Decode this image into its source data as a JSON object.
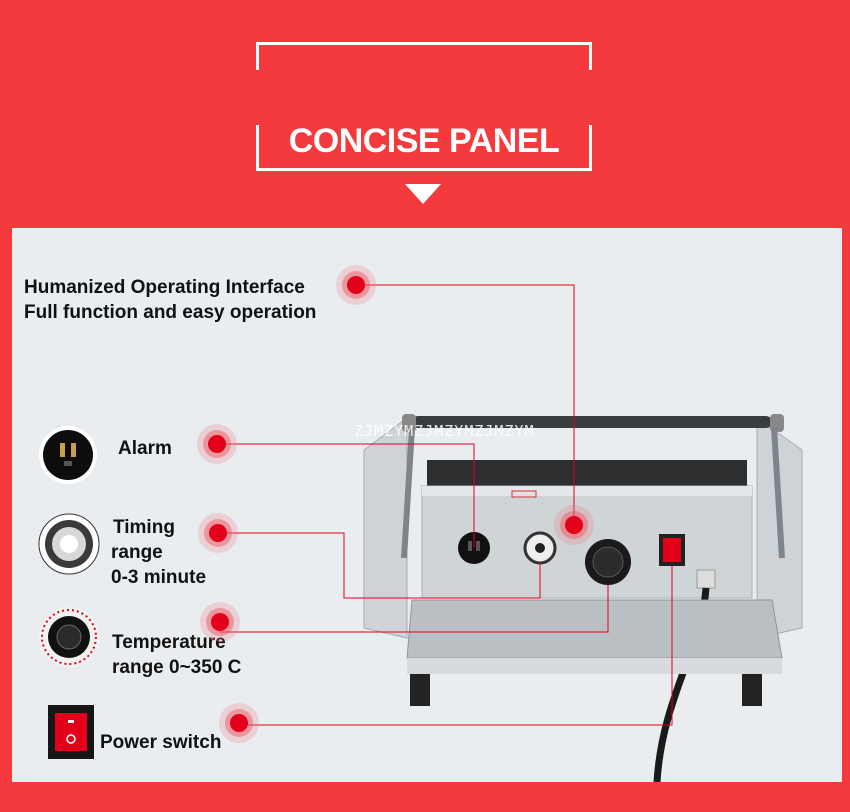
{
  "header": {
    "title": "CONCISE PANEL"
  },
  "watermark": "ZJMZYMZJMZYMZJMZYM",
  "features": {
    "interface": {
      "line1": "Humanized Operating Interface",
      "line2": "Full function and easy operation"
    },
    "alarm": {
      "label": "Alarm"
    },
    "timing": {
      "line1": "Timing",
      "line2": "range",
      "line3": "0-3 minute"
    },
    "temperature": {
      "line1": "Temperature",
      "line2": "range 0~350 C"
    },
    "power": {
      "label": "Power switch"
    }
  },
  "colors": {
    "brand_red": "#f43a3d",
    "callout_red": "#e3001b",
    "panel_bg": "#e9edf0"
  }
}
